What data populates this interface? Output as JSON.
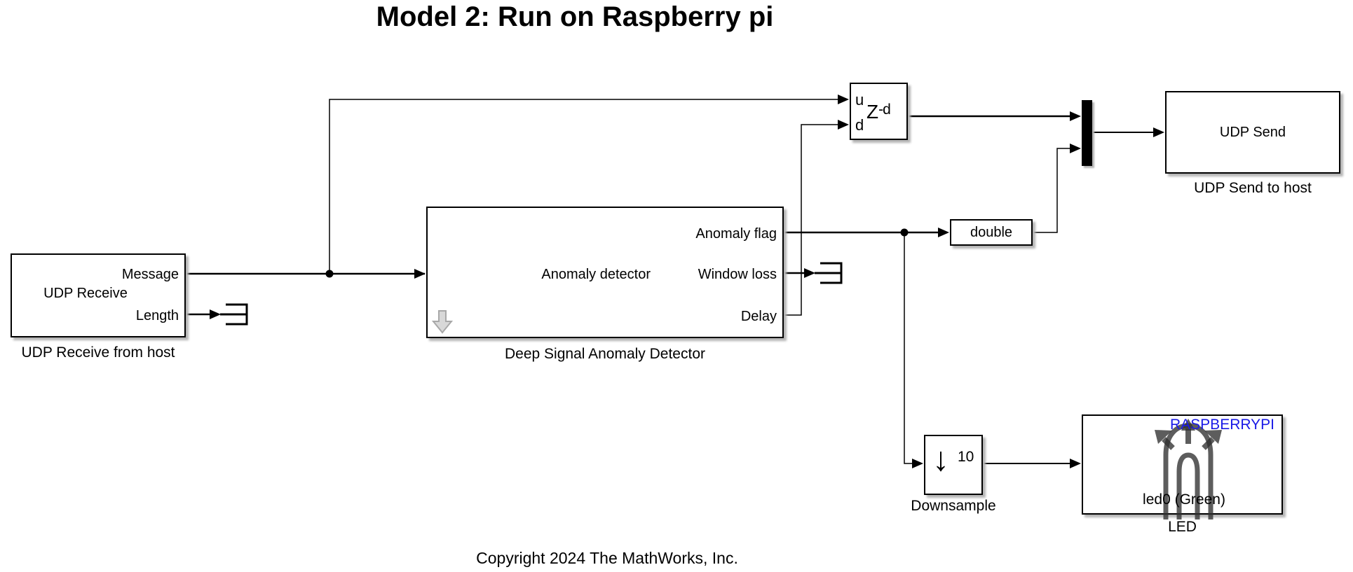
{
  "title": "Model 2: Run on Raspberry pi",
  "copyright": "Copyright 2024 The MathWorks, Inc.",
  "colors": {
    "wire": "#000000",
    "block_background": "#ffffff",
    "block_border": "#000000",
    "board_text_blue": "#1a1ae6",
    "subsystem_arrow_gray": "#d8d8d8"
  },
  "blocks": {
    "udp_receive": {
      "label": "UDP Receive",
      "caption": "UDP Receive from host",
      "port_message": "Message",
      "port_length": "Length"
    },
    "detector": {
      "label": "Anomaly detector",
      "caption": "Deep Signal Anomaly Detector",
      "port_anomaly_flag": "Anomaly flag",
      "port_window_loss": "Window loss",
      "port_delay": "Delay"
    },
    "variable_delay": {
      "port_u": "u",
      "port_d": "d",
      "symbol_base": "Z",
      "symbol_exponent": "-d"
    },
    "data_type_conversion": {
      "label": "double"
    },
    "udp_send": {
      "label": "UDP Send",
      "caption": "UDP Send to host"
    },
    "downsample": {
      "caption": "Downsample",
      "factor": "10",
      "icon_glyph": "↓"
    },
    "led": {
      "caption": "LED",
      "board": "RASPBERRYPI",
      "label": "led0 (Green)"
    }
  }
}
